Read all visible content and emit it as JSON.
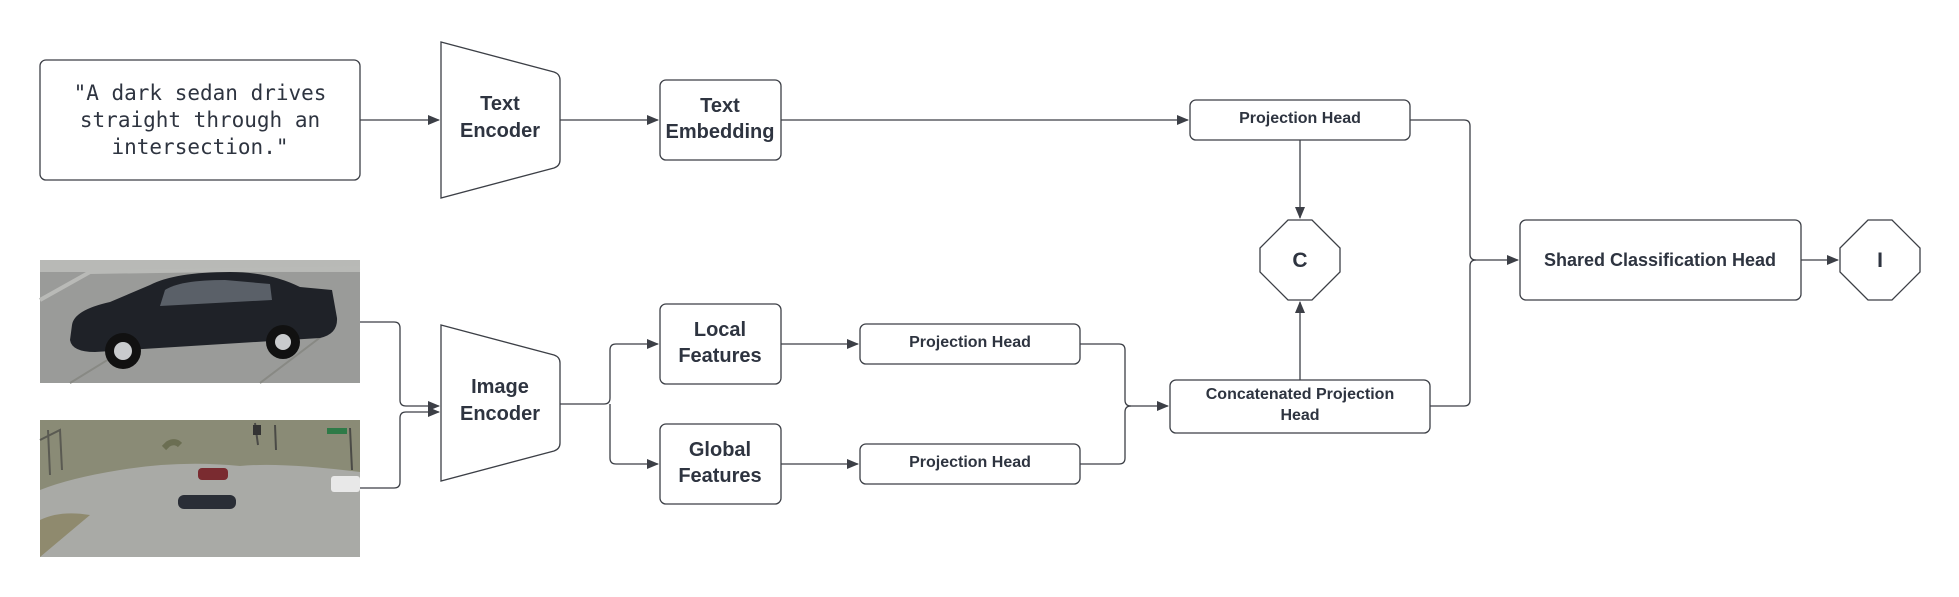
{
  "prompt_text": {
    "line1": "\"A dark sedan drives",
    "line2": "straight through an",
    "line3": "intersection.\""
  },
  "text_encoder": {
    "line1": "Text",
    "line2": "Encoder"
  },
  "text_embedding": {
    "line1": "Text",
    "line2": "Embedding"
  },
  "image_encoder": {
    "line1": "Image",
    "line2": "Encoder"
  },
  "local_features": {
    "line1": "Local",
    "line2": "Features"
  },
  "global_features": {
    "line1": "Global",
    "line2": "Features"
  },
  "projection_head_text": "Projection Head",
  "projection_head_local": "Projection Head",
  "projection_head_global": "Projection Head",
  "concatenated_head": {
    "line1": "Concatenated Projection",
    "line2": "Head"
  },
  "node_c": "C",
  "node_i": "I",
  "shared_head": "Shared Classification Head",
  "colors": {
    "stroke": "#3c3f46",
    "text": "#2e3440",
    "car_body": "#1f2228",
    "road": "#a9aaa6",
    "grass": "#8a8b76"
  }
}
